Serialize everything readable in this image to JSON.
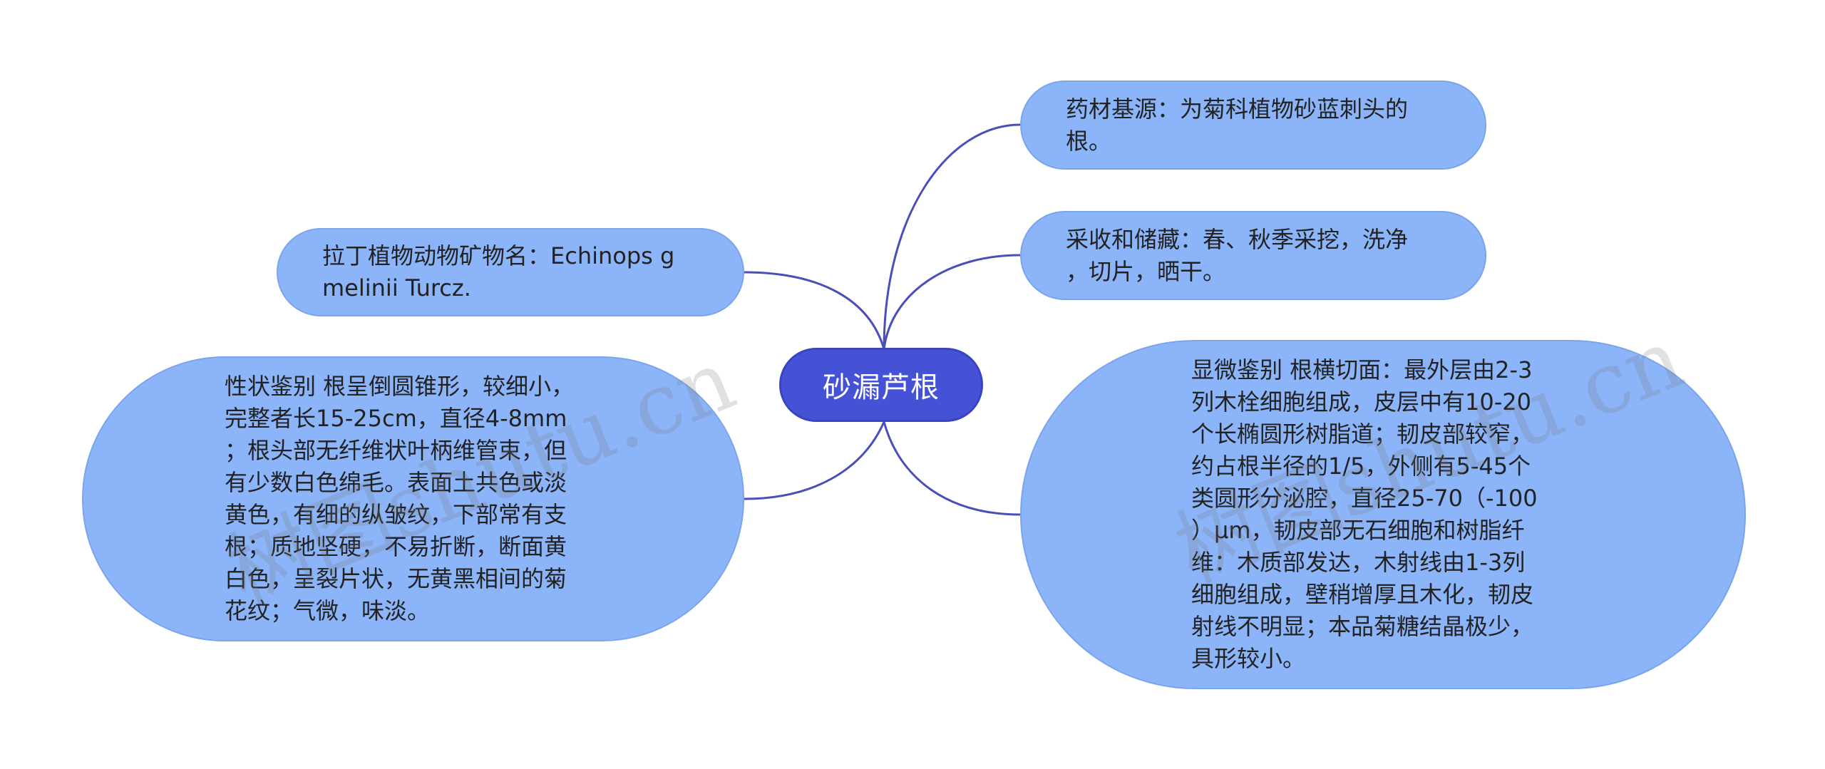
{
  "root": {
    "label": "砂漏芦根"
  },
  "branches": {
    "source": "药材基源：为菊科植物砂蓝刺头的\n根。",
    "harvest": "采收和储藏：春、秋季采挖，洗净\n，切片，晒干。",
    "latin": "拉丁植物动物矿物名：Echinops g\nmelinii Turcz.",
    "traits": "性状鉴别 根呈倒圆锥形，较细小，\n完整者长15-25cm，直径4-8mm\n；根头部无纤维状叶柄维管束，但\n有少数白色绵毛。表面土共色或淡\n黄色，有细的纵皱纹，下部常有支\n根；质地坚硬，不易折断，断面黄\n白色，呈裂片状，无黄黑相间的菊\n花纹；气微，味淡。",
    "micro": "显微鉴别 根横切面：最外层由2-3\n列木栓细胞组成，皮层中有10-20\n个长椭圆形树脂道；韧皮部较窄，\n约占根半径的1/5，外侧有5-45个\n类圆形分泌腔，直径25-70（-100\n）μm，韧皮部无石细胞和树脂纤\n维：木质部发达，木射线由1-3列\n细胞组成，壁稍增厚且木化，韧皮\n射线不明显；本品菊糖结晶极少，\n具形较小。"
  },
  "watermark": "树图shutu.cn",
  "colors": {
    "root_fill": "#4652d6",
    "node_fill": "#8cb4f8",
    "connector": "#4a4fb8",
    "background": "#ffffff"
  }
}
